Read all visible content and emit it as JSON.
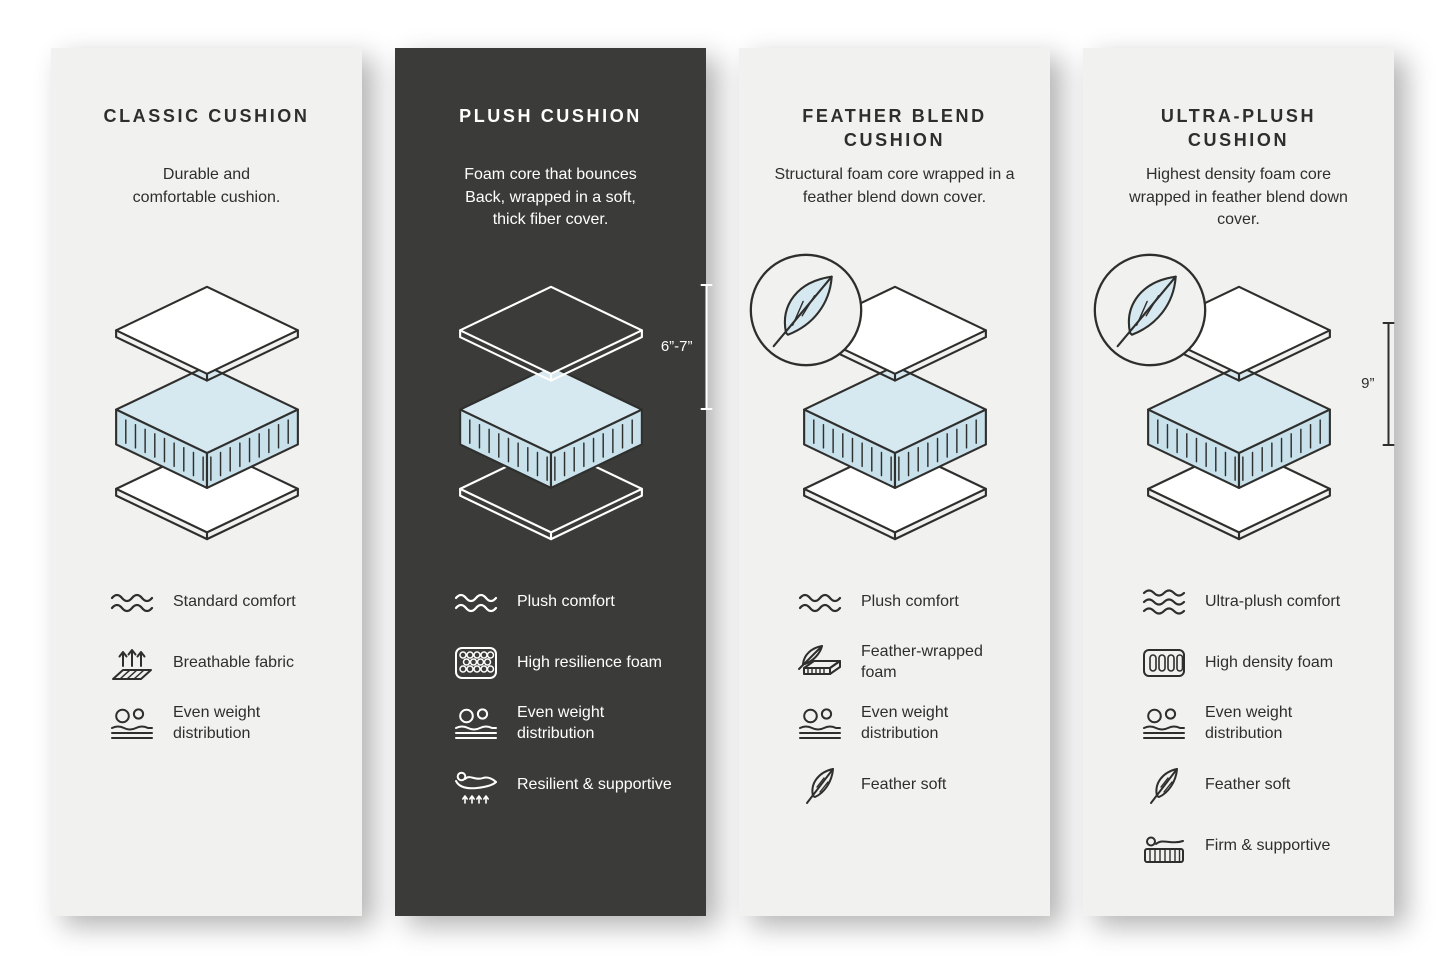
{
  "columns": [
    {
      "id": "classic",
      "theme": "light",
      "title": "CLASSIC CUSHION",
      "description": "Durable and comfortable cushion.",
      "diagram": "exploded-cushion-layers",
      "features": [
        {
          "icon": "waves-icon",
          "label": "Standard comfort"
        },
        {
          "icon": "breathable-fabric-icon",
          "label": "Breathable fabric"
        },
        {
          "icon": "even-weight-icon",
          "label": "Even weight distribution"
        }
      ]
    },
    {
      "id": "plush",
      "theme": "dark",
      "title": "PLUSH CUSHION",
      "description": "Foam core that bounces Back, wrapped in a soft, thick fiber cover.",
      "diagram": "exploded-cushion-layers",
      "measurement": "6”-7”",
      "features": [
        {
          "icon": "waves-icon",
          "label": "Plush comfort"
        },
        {
          "icon": "resilience-foam-icon",
          "label": "High resilience foam"
        },
        {
          "icon": "even-weight-icon",
          "label": "Even weight distribution"
        },
        {
          "icon": "resilient-supportive-icon",
          "label": "Resilient & supportive"
        }
      ]
    },
    {
      "id": "feather-blend",
      "theme": "light",
      "title": "FEATHER BLEND CUSHION",
      "description": "Structural foam core wrapped in a feather blend down cover.",
      "diagram": "exploded-cushion-layers",
      "badge": "feather",
      "features": [
        {
          "icon": "waves-icon",
          "label": "Plush comfort"
        },
        {
          "icon": "feather-wrapped-foam-icon",
          "label": "Feather-wrapped foam"
        },
        {
          "icon": "even-weight-icon",
          "label": "Even weight distribution"
        },
        {
          "icon": "feather-icon",
          "label": "Feather soft"
        }
      ]
    },
    {
      "id": "ultra-plush",
      "theme": "light",
      "title": "ULTRA-PLUSH CUSHION",
      "description": "Highest density foam core wrapped in feather blend down cover.",
      "diagram": "exploded-cushion-layers",
      "badge": "feather",
      "measurement": "9”",
      "features": [
        {
          "icon": "waves-icon",
          "label": "Ultra-plush comfort"
        },
        {
          "icon": "high-density-foam-icon",
          "label": "High density foam"
        },
        {
          "icon": "even-weight-icon",
          "label": "Even weight distribution"
        },
        {
          "icon": "feather-icon",
          "label": "Feather soft"
        },
        {
          "icon": "firm-supportive-icon",
          "label": "Firm & supportive"
        }
      ]
    }
  ],
  "colors": {
    "light_panel": "#f1f1ef",
    "dark_panel": "#3b3b39",
    "foam_top": "#d7e9f0",
    "foam_side": "#c8e1eb",
    "foam_line": "#2f2f2e",
    "ink": "#2e2e2d",
    "sheet": "#ffffff"
  }
}
